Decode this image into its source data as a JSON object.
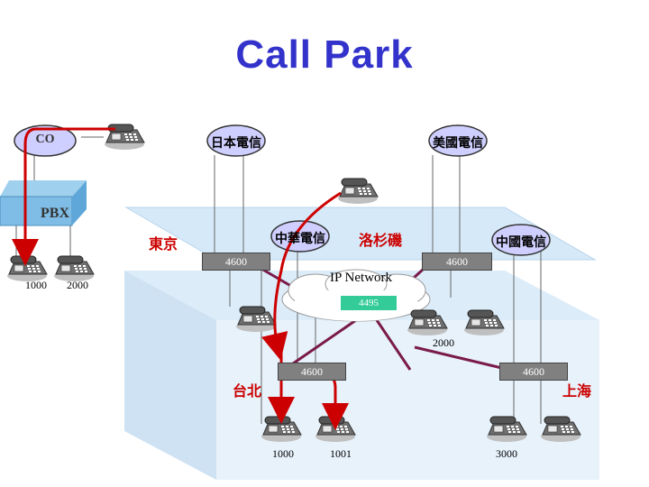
{
  "title": "Call Park",
  "nodes": {
    "co": "CO",
    "japan": "日本電信",
    "usa": "美國電信",
    "pbx": "PBX",
    "cht": "中華電信",
    "china": "中國電信"
  },
  "cities": {
    "tokyo": "東京",
    "la": "洛杉磯",
    "taipei": "台北",
    "shanghai": "上海"
  },
  "gateways": {
    "tokyo": "4600",
    "la": "4600",
    "taipei": "4600",
    "shanghai": "4600"
  },
  "network": {
    "label": "IP Network",
    "park": "4495"
  },
  "extensions": {
    "pbx_a": "1000",
    "pbx_b": "2000",
    "la": "2000",
    "taipei_a": "1000",
    "taipei_b": "1001",
    "shanghai": "3000"
  }
}
